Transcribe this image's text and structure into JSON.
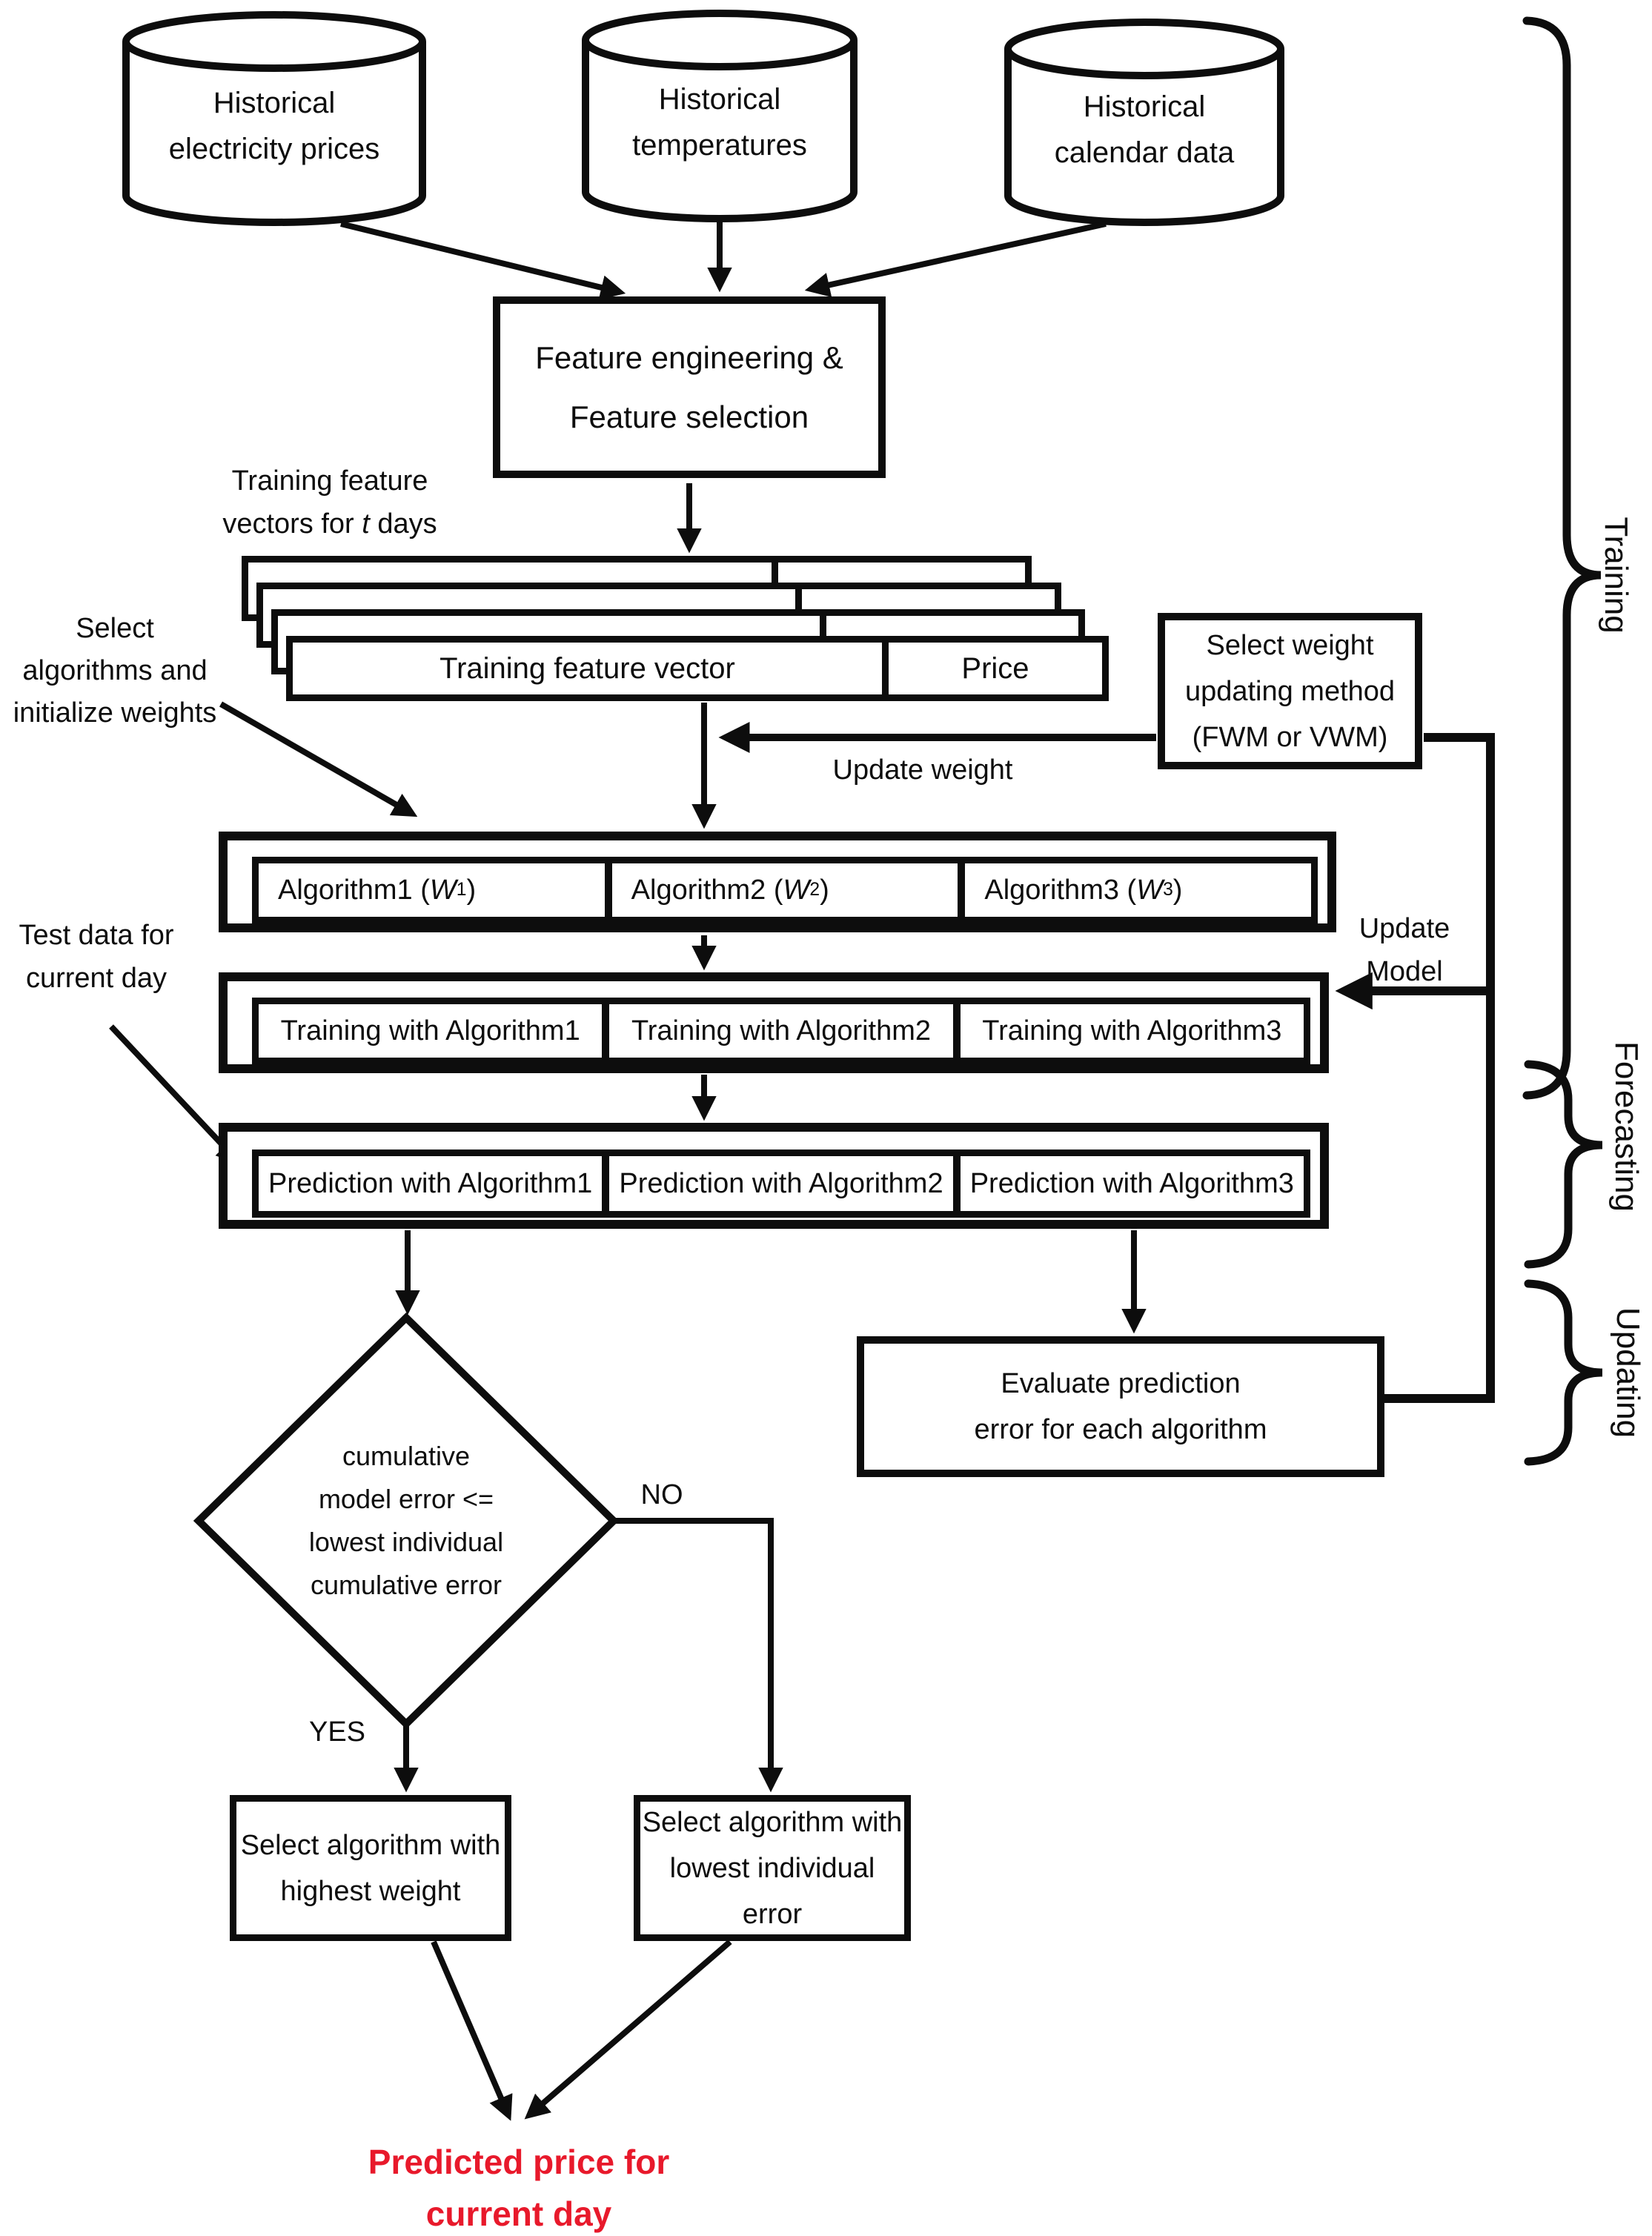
{
  "colors": {
    "ink": "#0d0d0d",
    "result_red": "#e8192b"
  },
  "cylinders": [
    {
      "line1": "Historical",
      "line2": "electricity prices"
    },
    {
      "line1": "Historical",
      "line2": "temperatures"
    },
    {
      "line1": "Historical",
      "line2": "calendar data"
    }
  ],
  "feature_box": {
    "line1": "Feature engineering &",
    "line2": "Feature selection"
  },
  "stack_front": {
    "vector_label": "Training feature vector",
    "price_label": "Price"
  },
  "left_labels": {
    "training_vectors": {
      "line1": "Training feature",
      "line2_pre": "vectors for ",
      "line2_var": "t",
      "line2_post": " days"
    },
    "select_algorithms": {
      "line1": "Select",
      "line2": "algorithms and",
      "line3": "initialize weights"
    },
    "test_data": {
      "line1": "Test data for",
      "line2": "current day"
    }
  },
  "select_weight_box": {
    "line1": "Select weight",
    "line2": "updating method",
    "line3": "(FWM or VWM)"
  },
  "flow_labels": {
    "update_weight": "Update weight",
    "update_model_line1": "Update",
    "update_model_line2": "Model",
    "no": "NO",
    "yes": "YES"
  },
  "algorithm_cells": [
    {
      "pre": "Algorithm1 ( ",
      "var": "W",
      "sub": "1",
      "post": ")"
    },
    {
      "pre": "Algorithm2 ( ",
      "var": "W",
      "sub": "2",
      "post": ")"
    },
    {
      "pre": "Algorithm3 ( ",
      "var": "W",
      "sub": "3",
      "post": ")"
    }
  ],
  "training_cells": [
    "Training with Algorithm1",
    "Training with Algorithm2",
    "Training with Algorithm3"
  ],
  "prediction_cells": [
    "Prediction with Algorithm1",
    "Prediction with Algorithm2",
    "Prediction with Algorithm3"
  ],
  "diamond": {
    "line1": "cumulative",
    "line2": "model error <=",
    "line3": "lowest individual",
    "line4": "cumulative error"
  },
  "evaluate_box": {
    "line1": "Evaluate prediction",
    "line2": "error for each algorithm"
  },
  "select_highest_box": {
    "line1": "Select algorithm with",
    "line2": "highest weight"
  },
  "select_lowest_box": {
    "line1": "Select algorithm with",
    "line2": "lowest individual error"
  },
  "result": {
    "line1": "Predicted price for",
    "line2": "current day"
  },
  "phases": {
    "training": "Training",
    "forecasting": "Forecasting",
    "updating": "Updating"
  }
}
